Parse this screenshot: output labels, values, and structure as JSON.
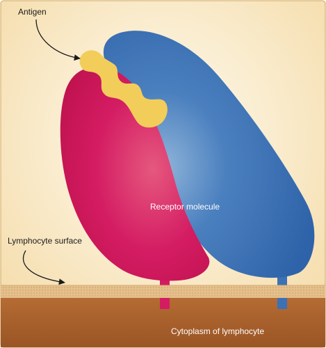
{
  "labels": {
    "antigen": "Antigen",
    "receptor": "Receptor molecule",
    "surface": "Lymphocyte surface",
    "cytoplasm": "Cytoplasm of lymphocyte"
  },
  "colors": {
    "background_center": "#fdf8e7",
    "background_edge": "#f7e1b6",
    "receptor_pink": "#d41c63",
    "receptor_blue": "#3c71b6",
    "antigen_yellow": "#f3cd5a",
    "membrane": "#e3bf88",
    "cytoplasm": "#ad6630",
    "border": "#cfa45e"
  }
}
